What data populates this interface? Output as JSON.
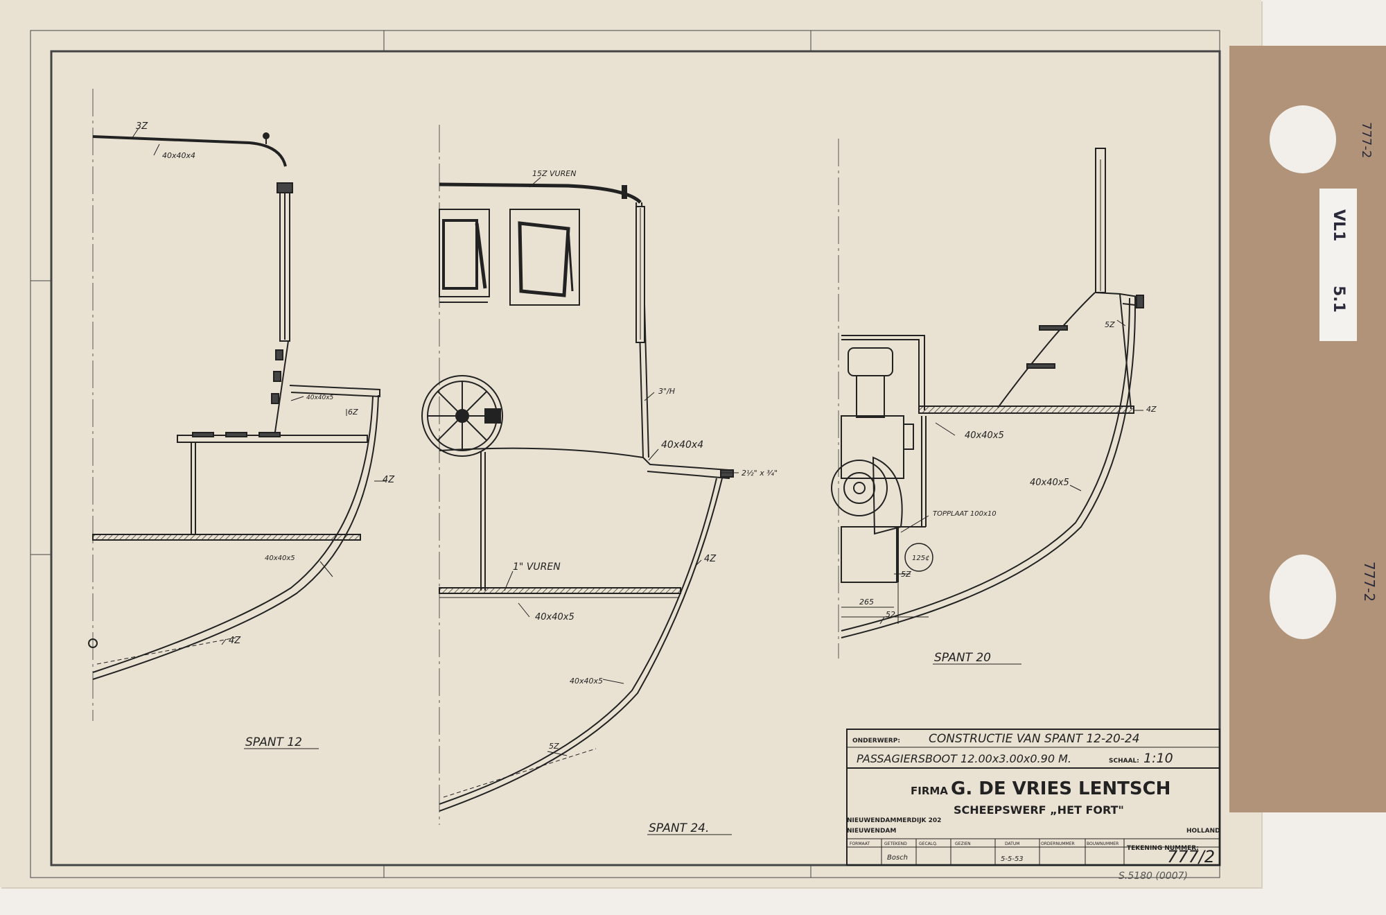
{
  "drawing": {
    "views": [
      {
        "label": "SPANT 12"
      },
      {
        "label": "SPANT 24."
      },
      {
        "label": "SPANT 20"
      }
    ],
    "annotations": {
      "s12_roof": "3Z",
      "s12_roof_angle": "40x40x4",
      "s12_small_angle": "40x40x5",
      "s12_plank": "6Z",
      "s12_side_plate": "4Z",
      "s12_frame": "40x40x5",
      "s12_bottom": "4Z",
      "s24_roof": "15Z VUREN",
      "s24_wall": "3\"/H",
      "s24_deck_angle": "40x40x4",
      "s24_rail": "2½\" x ¾\"",
      "s24_floor": "1\" VUREN",
      "s24_side": "4Z",
      "s24_floor_angle": "40x40x5",
      "s24_frame": "40x40x5",
      "s24_bottom": "5Z",
      "s20_top": "5Z",
      "s20_deck": "4Z",
      "s20_deck_angle": "40x40x5",
      "s20_frame": "40x40x5",
      "s20_topplaat": "TOPPLAAT 100x10",
      "s20_circle": "125¢",
      "s20_dim1": "5Z",
      "s20_dim2": "265",
      "s20_dim3": "52"
    }
  },
  "titleblock": {
    "onderwerp_label": "ONDERWERP:",
    "onderwerp": "CONSTRUCTIE VAN SPANT 12-20-24",
    "vessel": "PASSAGIERSBOOT 12.00x3.00x0.90 M.",
    "schaal_label": "SCHAAL:",
    "schaal": "1:10",
    "firma_label": "FIRMA",
    "firma": "G. DE VRIES LENTSCH",
    "werf": "SCHEEPSWERF „HET FORT\"",
    "address1": "NIEUWENDAMMERDIJK 202",
    "address2": "NIEUWENDAM",
    "country": "HOLLAND",
    "cols": [
      "FORMAAT",
      "GETEKEND",
      "GECALQ.",
      "GEZIEN",
      "DATUM",
      "ORDERNUMMER",
      "BOUWNUMMER"
    ],
    "getekend": "Bosch",
    "datum": "5-5-53",
    "tekening_label": "TEKENING NUMMER:",
    "tekening": "777/2"
  },
  "margin_notes": {
    "stamp": "S.5180 (0007)",
    "bottom": "777-2",
    "tab_top": "777-2",
    "tab_bottom": "777-2",
    "label_line1": "VL1",
    "label_line2": "5.1"
  }
}
